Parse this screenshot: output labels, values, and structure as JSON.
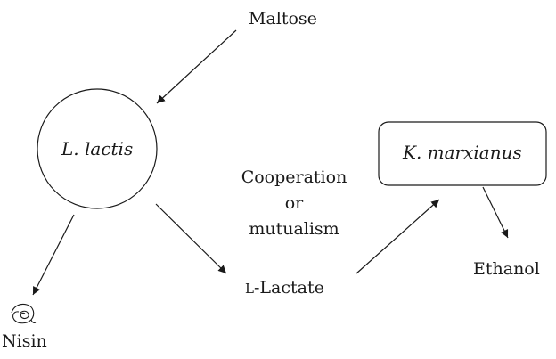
{
  "nodes": {
    "maltose": "Maltose",
    "l_lactis": "L. lactis",
    "k_marxianus": "K. marxianus",
    "lactate_prefix": "L",
    "lactate_rest": "-Lactate",
    "ethanol": "Ethanol",
    "nisin": "Nisin"
  },
  "relation": {
    "line1": "Cooperation",
    "line2": "or",
    "line3": "mutualism"
  },
  "colors": {
    "stroke": "#1a1a1a",
    "background": "#ffffff"
  }
}
